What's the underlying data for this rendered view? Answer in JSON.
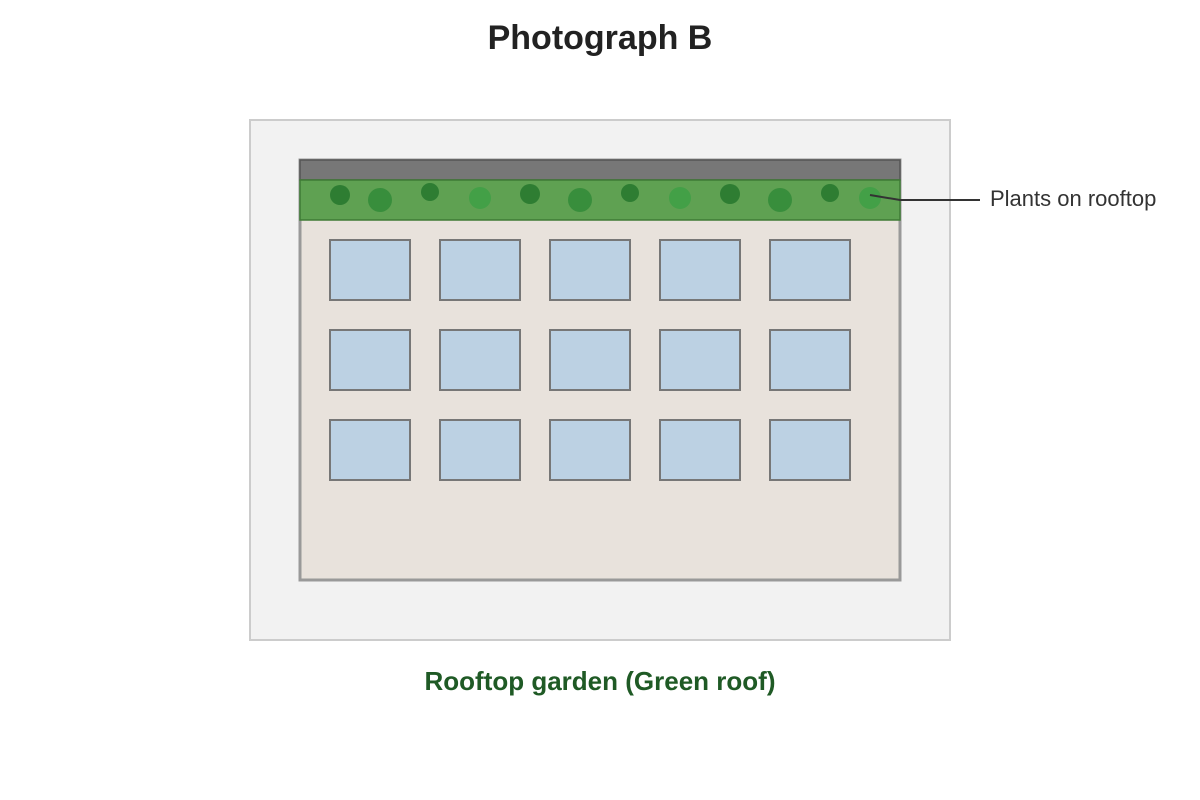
{
  "title": "Photograph B",
  "callout": {
    "label": "Plants on rooftop"
  },
  "caption": "Rooftop garden (Green roof)",
  "building": {
    "window_rows": 3,
    "window_cols": 5
  },
  "colors": {
    "photo_bg": "#f2f2f2",
    "photo_border": "#cccccc",
    "building_wall": "#e8e2dc",
    "building_border": "#999999",
    "roof_cap": "#777777",
    "garden_strip": "#5fa152",
    "plant_dark": "#2e7d32",
    "plant_mid": "#388e3c",
    "plant_light": "#43a047",
    "window_fill": "#bcd1e3",
    "window_border": "#777777",
    "caption": "#1f5a25"
  }
}
